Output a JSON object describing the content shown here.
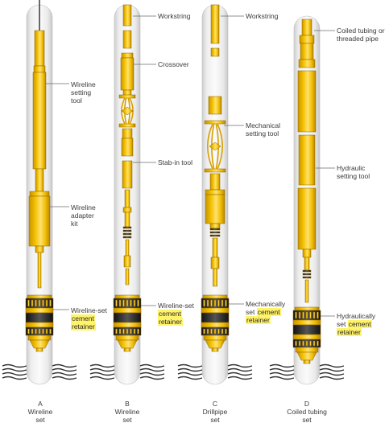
{
  "colors": {
    "tool_yellow": "#f2c100",
    "tool_yellow_dark": "#c79400",
    "pipe_gray": "#d5d5d5",
    "band_black": "#1e1e1e",
    "highlight": "#fff36a",
    "text": "#3a3a3a"
  },
  "assemblies": [
    {
      "id": "A",
      "letter": "A",
      "caption": "Wireline set",
      "caption_lines": [
        "Wireline",
        "set"
      ],
      "labels": [
        {
          "lines": [
            "Wireline",
            "setting",
            "tool"
          ]
        },
        {
          "lines": [
            "Wireline",
            "adapter",
            "kit"
          ]
        },
        {
          "lines": [
            "Wireline-set"
          ],
          "hl_lines": [
            "cement",
            "retainer"
          ]
        }
      ]
    },
    {
      "id": "B",
      "letter": "B",
      "caption": "Wireline set",
      "caption_lines": [
        "Wireline",
        "set"
      ],
      "labels": [
        {
          "lines": [
            "Workstring"
          ]
        },
        {
          "lines": [
            "Crossover"
          ]
        },
        {
          "lines": [
            "Stab-in tool"
          ]
        },
        {
          "lines": [
            "Wireline-set"
          ],
          "hl_lines": [
            "cement",
            "retainer"
          ]
        }
      ]
    },
    {
      "id": "C",
      "letter": "C",
      "caption": "Drillpipe set",
      "caption_lines": [
        "Drillpipe",
        "set"
      ],
      "labels": [
        {
          "lines": [
            "Workstring"
          ]
        },
        {
          "lines": [
            "Mechanical",
            "setting tool"
          ]
        },
        {
          "lines": [
            "Mechanically"
          ],
          "mixed": {
            "pre": "set ",
            "hl": "cement"
          },
          "hl_lines": [
            "retainer"
          ]
        }
      ]
    },
    {
      "id": "D",
      "letter": "D",
      "caption": "Coiled tubing set",
      "caption_lines": [
        "Coiled tubing",
        "set"
      ],
      "labels": [
        {
          "lines": [
            "Coiled tubing or",
            "threaded pipe"
          ]
        },
        {
          "lines": [
            "Hydraulic",
            "setting tool"
          ]
        },
        {
          "lines": [
            "Hydraulically"
          ],
          "mixed": {
            "pre": "set ",
            "hl": "cement"
          },
          "hl_lines": [
            "retainer"
          ]
        }
      ]
    }
  ]
}
